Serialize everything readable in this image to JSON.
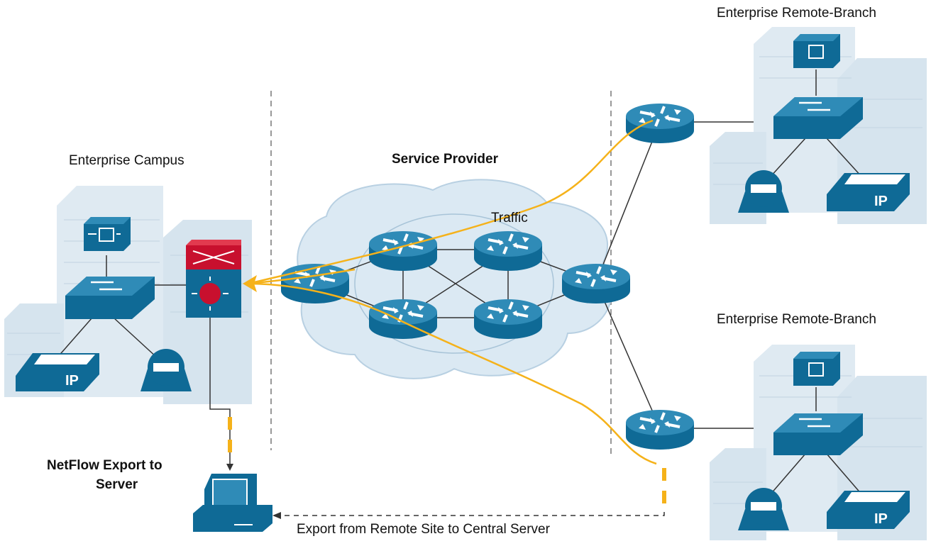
{
  "labels": {
    "campus": "Enterprise Campus",
    "service_provider": "Service Provider",
    "traffic": "Traffic",
    "branch_top": "Enterprise Remote-Branch",
    "branch_bottom": "Enterprise Remote-Branch",
    "netflow_line1": "NetFlow Export to",
    "netflow_line2": "Server",
    "export_remote": "Export from Remote Site to Central Server",
    "ip_badge": "IP"
  },
  "colors": {
    "device_blue": "#0f6a96",
    "device_top": "#2f8bb7",
    "building": "#dfeaf2",
    "building_line": "#c7d8e4",
    "cloud": "#dbe9f3",
    "cloud_edge": "#b8d0e2",
    "flow": "#f5b21a",
    "switch_red": "#c8102e",
    "line": "#333333"
  }
}
